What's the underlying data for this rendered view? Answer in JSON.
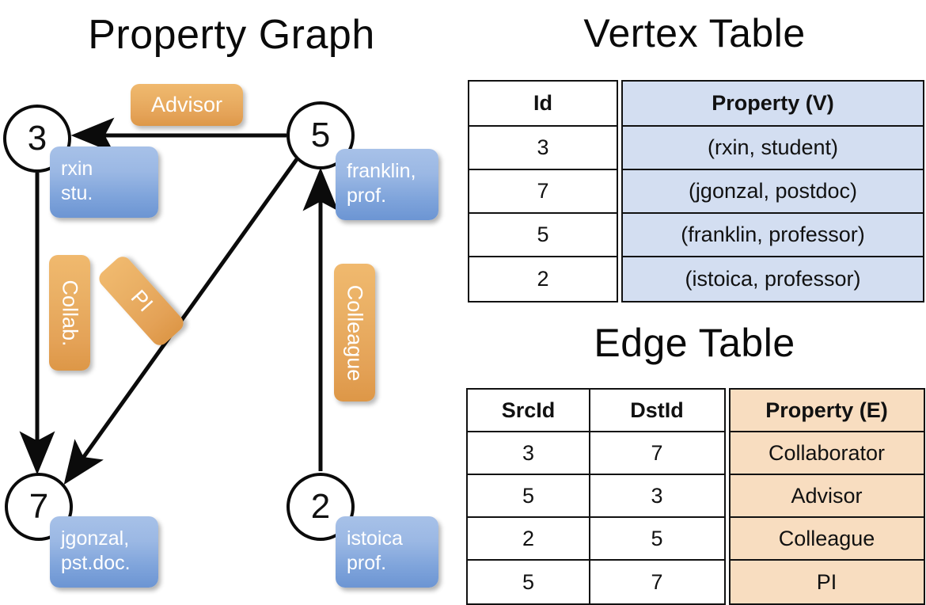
{
  "titles": {
    "property_graph": "Property Graph",
    "vertex_table": "Vertex Table",
    "edge_table": "Edge Table"
  },
  "colors": {
    "vertex_header_fill": "#d3def1",
    "edge_header_fill": "#f8ddc0",
    "badge_orange": "#e8a85e",
    "prop_box_blue": "#8fadde",
    "stroke": "#111111"
  },
  "graph": {
    "vertices": [
      {
        "id": "3",
        "name": "vertex-3",
        "property_lines": [
          "rxin",
          "stu."
        ]
      },
      {
        "id": "5",
        "name": "vertex-5",
        "property_lines": [
          "franklin,",
          "prof."
        ]
      },
      {
        "id": "7",
        "name": "vertex-7",
        "property_lines": [
          "jgonzal,",
          "pst.doc."
        ]
      },
      {
        "id": "2",
        "name": "vertex-2",
        "property_lines": [
          "istoica",
          "prof."
        ]
      }
    ],
    "vertex_props": {
      "v3_line1": "rxin",
      "v3_line2": "stu.",
      "v5_line1": "franklin,",
      "v5_line2": "prof.",
      "v7_line1": "jgonzal,",
      "v7_line2": "pst.doc.",
      "v2_line1": "istoica",
      "v2_line2": "prof."
    },
    "edge_badges": {
      "advisor": "Advisor",
      "collab": "Collab.",
      "pi": "PI",
      "colleague": "Colleague"
    },
    "edges": [
      {
        "from": "5",
        "to": "3",
        "label": "Advisor"
      },
      {
        "from": "3",
        "to": "7",
        "label": "Collab."
      },
      {
        "from": "5",
        "to": "7",
        "label": "PI"
      },
      {
        "from": "2",
        "to": "5",
        "label": "Colleague"
      }
    ]
  },
  "vertex_table": {
    "headers": {
      "id": "Id",
      "property": "Property (V)"
    },
    "rows": [
      {
        "id": "3",
        "property": "(rxin, student)"
      },
      {
        "id": "7",
        "property": "(jgonzal, postdoc)"
      },
      {
        "id": "5",
        "property": "(franklin, professor)"
      },
      {
        "id": "2",
        "property": "(istoica, professor)"
      }
    ]
  },
  "edge_table": {
    "headers": {
      "src": "SrcId",
      "dst": "DstId",
      "property": "Property (E)"
    },
    "rows": [
      {
        "src": "3",
        "dst": "7",
        "property": "Collaborator"
      },
      {
        "src": "5",
        "dst": "3",
        "property": "Advisor"
      },
      {
        "src": "2",
        "dst": "5",
        "property": "Colleague"
      },
      {
        "src": "5",
        "dst": "7",
        "property": "PI"
      }
    ]
  }
}
